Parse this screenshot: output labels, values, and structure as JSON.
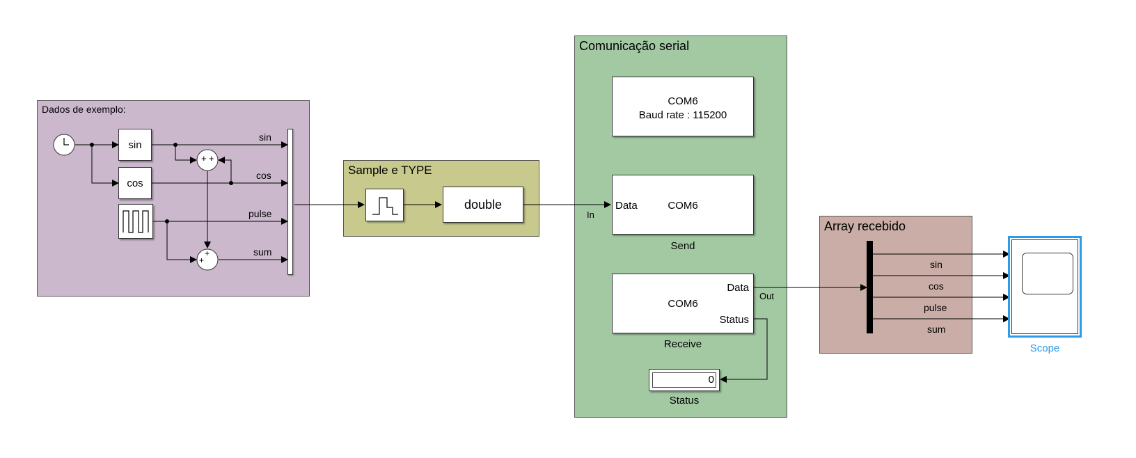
{
  "colors": {
    "example_area": "#cbb8cc",
    "sample_area": "#c8c98d",
    "serial_area": "#a3c9a3",
    "array_area": "#c9ada6",
    "scope_highlight": "#2b9bea"
  },
  "example_area": {
    "title": "Dados de exemplo:",
    "clock_icon": "clock-icon",
    "sin_block": "sin",
    "cos_block": "cos",
    "pulse_icon": "pulse-generator-icon",
    "sum1_signs": [
      "+",
      "+"
    ],
    "sum2_signs": [
      "+",
      "+"
    ],
    "signals": [
      "sin",
      "cos",
      "pulse",
      "sum"
    ]
  },
  "sample_area": {
    "title": "Sample e TYPE",
    "zoh_icon": "zero-order-hold-icon",
    "convert_block": "double"
  },
  "serial_area": {
    "title": "Comunicação serial",
    "config_block": {
      "line1": "COM6",
      "line2": "Baud rate : 115200"
    },
    "send_block": {
      "port_in": "Data",
      "text": "COM6",
      "caption": "Send",
      "in_label": "In"
    },
    "receive_block": {
      "port_data": "Data",
      "port_status": "Status",
      "text": "COM6",
      "caption": "Receive",
      "out_label": "Out"
    },
    "display": {
      "value": "0",
      "caption": "Status"
    }
  },
  "array_area": {
    "title": "Array recebido",
    "signals": [
      "sin",
      "cos",
      "pulse",
      "sum"
    ]
  },
  "scope": {
    "caption": "Scope",
    "icon": "scope-screen-icon"
  }
}
